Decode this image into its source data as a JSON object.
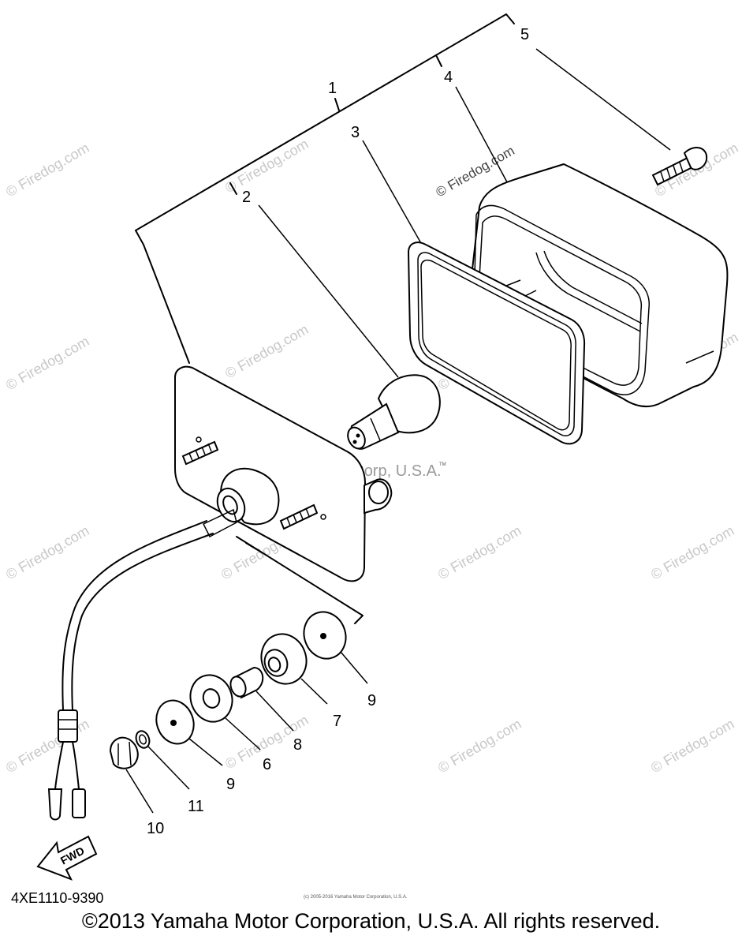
{
  "callouts": [
    "1",
    "2",
    "3",
    "4",
    "5",
    "6",
    "7",
    "8",
    "9",
    "9",
    "10",
    "11"
  ],
  "watermarks": {
    "small": "© Firedog.com",
    "center": "Yamaha Motor Corp, U.S.A.",
    "tm": "TM"
  },
  "direction_label": "FWD",
  "diagram_code": "4XE1110-9390",
  "fine_print": "(c) 2005-2016 Yamaha Motor Corporation, U.S.A.",
  "copyright": "©2013 Yamaha Motor Corporation, U.S.A. All rights reserved."
}
